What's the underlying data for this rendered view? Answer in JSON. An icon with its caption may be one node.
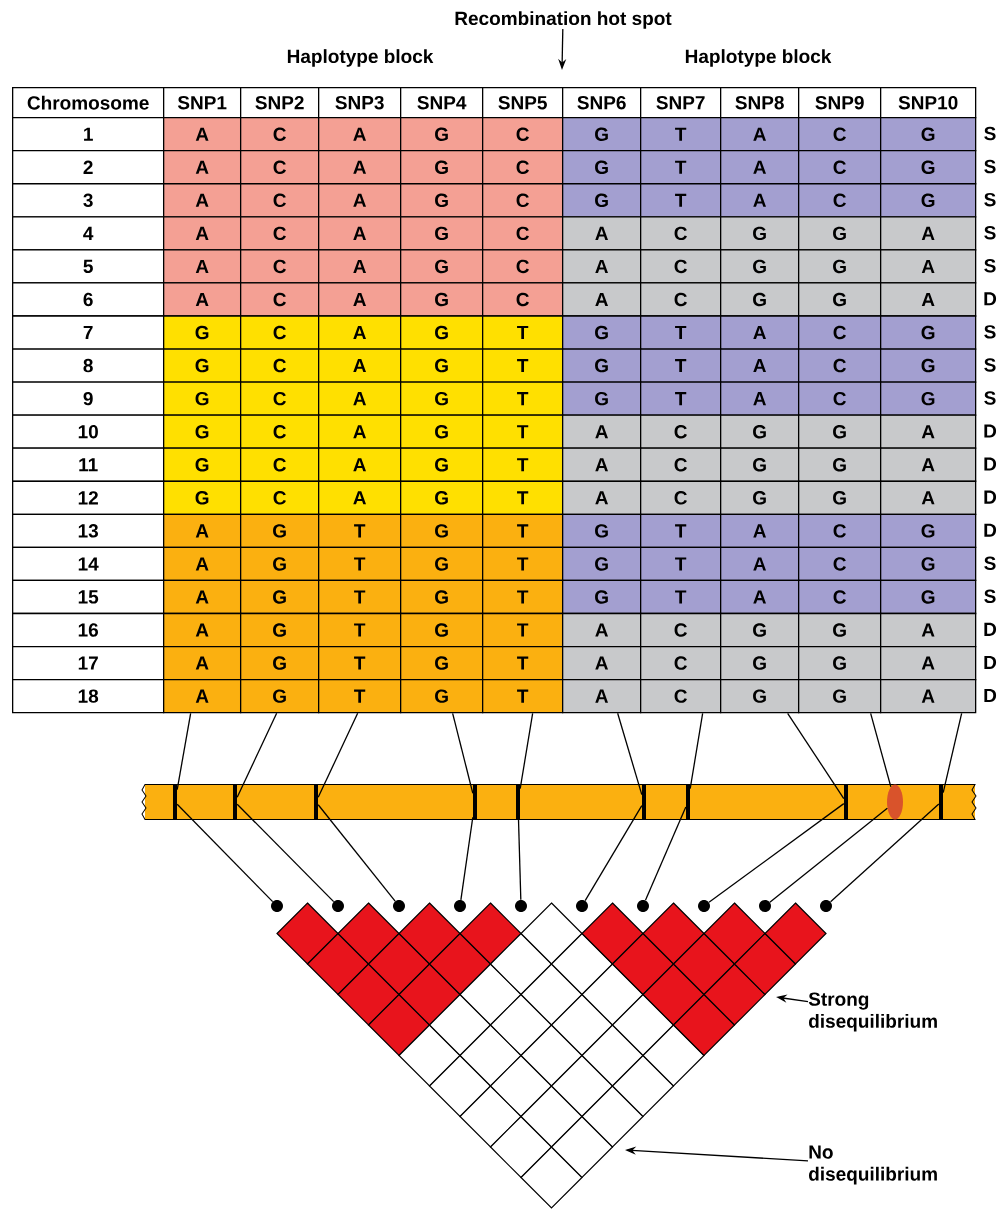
{
  "diagram": {
    "nodes": [
      {
        "text": [
          "Recombination hot spot"
        ]
      },
      {
        "text": [],
        "shape": "bar"
      },
      {
        "text": [],
        "shape": "bar",
        "in": 1
      },
      {
        "text": [],
        "shape": "bar",
        "in": 1
      },
      {
        "text": [],
        "shape": "bar",
        "in": 1
      },
      {
        "text": [],
        "shape": "bar",
        "in": 1
      },
      {
        "text": [],
        "shape": "bar",
        "in": 1
      },
      {
        "text": [],
        "shape": "bar",
        "in": 1
      },
      {
        "text": [],
        "shape": "bar",
        "in": 1
      },
      {
        "text": [],
        "shape": "bar",
        "in": 1
      },
      {
        "text": [],
        "shape": "oval",
        "in": 1
      },
      {
        "text": [],
        "shape": "bar",
        "in": 1
      },
      {
        "text": [],
        "shape": "circle"
      },
      {
        "text": [],
        "shape": "circle"
      },
      {
        "text": [],
        "shape": "circle"
      },
      {
        "text": [],
        "shape": "circle"
      },
      {
        "text": [],
        "shape": "circle"
      },
      {
        "text": [],
        "shape": "circle"
      },
      {
        "text": [],
        "shape": "circle"
      },
      {
        "text": [],
        "shape": "circle"
      },
      {
        "text": [],
        "shape": "circle"
      },
      {
        "text": [],
        "shape": "circle"
      },
      {
        "text": [
          "Strong disequilibrium"
        ]
      },
      {
        "text": [
          "No disequilibrium"
        ]
      },
      {
        "text": [
          "A"
        ]
      },
      {
        "text": [
          "G"
        ]
      },
      {
        "text": [
          "T"
        ]
      },
      {
        "text": [
          "G"
        ]
      },
      {
        "text": [
          "T"
        ]
      },
      {
        "text": [
          "A"
        ]
      },
      {
        "text": [
          "C"
        ]
      },
      {
        "text": [
          "G"
        ]
      },
      {
        "text": [
          "G"
        ]
      },
      {
        "text": [
          "A"
        ]
      }
    ],
    "edges": [
      {
        "from": 0,
        "to": null,
        "arrow": "to"
      },
      {
        "from": 24,
        "to": 2,
        "arrow": "none"
      },
      {
        "from": 25,
        "to": 3,
        "arrow": "none"
      },
      {
        "from": 26,
        "to": 4,
        "arrow": "none"
      },
      {
        "from": 27,
        "to": 5,
        "arrow": "none"
      },
      {
        "from": 28,
        "to": 6,
        "arrow": "none"
      },
      {
        "from": 29,
        "to": 7,
        "arrow": "none"
      },
      {
        "from": 30,
        "to": 8,
        "arrow": "none"
      },
      {
        "from": 31,
        "to": 9,
        "arrow": "none"
      },
      {
        "from": 32,
        "to": 10,
        "arrow": "none"
      },
      {
        "from": 33,
        "to": 11,
        "arrow": "none"
      },
      {
        "from": 2,
        "to": 12,
        "arrow": "none"
      },
      {
        "from": 3,
        "to": 13,
        "arrow": "none"
      },
      {
        "from": 4,
        "to": 14,
        "arrow": "none"
      },
      {
        "from": 5,
        "to": 15,
        "arrow": "none"
      },
      {
        "from": 6,
        "to": 16,
        "arrow": "none"
      },
      {
        "from": 7,
        "to": 17,
        "arrow": "none"
      },
      {
        "from": 8,
        "to": 18,
        "arrow": "none"
      },
      {
        "from": 9,
        "to": 19,
        "arrow": "none"
      },
      {
        "from": 10,
        "to": 20,
        "arrow": "none"
      },
      {
        "from": 11,
        "to": 21,
        "arrow": "none"
      },
      {
        "from": 22,
        "to": null,
        "arrow": "to"
      },
      {
        "from": 23,
        "to": null,
        "arrow": "to"
      }
    ],
    "labels": [
      "Haplotype block",
      "Haplotype block",
      "Chromosome",
      "SNP1",
      "SNP2",
      "SNP3",
      "SNP4",
      "SNP5",
      "SNP6",
      "SNP7",
      "SNP8",
      "SNP9",
      "SNP10",
      "1",
      "A",
      "C",
      "A",
      "G",
      "C",
      "G",
      "T",
      "A",
      "C",
      "G",
      "S",
      "2",
      "A",
      "C",
      "A",
      "G",
      "C",
      "G",
      "T",
      "A",
      "C",
      "G",
      "S",
      "3",
      "A",
      "C",
      "A",
      "G",
      "C",
      "G",
      "T",
      "A",
      "C",
      "G",
      "S",
      "4",
      "A",
      "C",
      "A",
      "G",
      "C",
      "A",
      "C",
      "G",
      "G",
      "A",
      "S",
      "5",
      "A",
      "C",
      "A",
      "G",
      "C",
      "A",
      "C",
      "G",
      "G",
      "A",
      "S",
      "6",
      "A",
      "C",
      "A",
      "G",
      "C",
      "A",
      "C",
      "G",
      "G",
      "A",
      "D",
      "7",
      "G",
      "C",
      "A",
      "G",
      "T",
      "G",
      "T",
      "A",
      "C",
      "G",
      "S",
      "8",
      "G",
      "C",
      "A",
      "G",
      "T",
      "G",
      "T",
      "A",
      "C",
      "G",
      "S",
      "9",
      "G",
      "C",
      "A",
      "G",
      "T",
      "G",
      "T",
      "A",
      "C",
      "G",
      "S",
      "10",
      "G",
      "C",
      "A",
      "G",
      "T",
      "A",
      "C",
      "G",
      "G",
      "A",
      "D",
      "11",
      "G",
      "C",
      "A",
      "G",
      "T",
      "A",
      "C",
      "G",
      "G",
      "A",
      "D",
      "12",
      "G",
      "C",
      "A",
      "G",
      "T",
      "A",
      "C",
      "G",
      "G",
      "A",
      "D",
      "13",
      "A",
      "G",
      "T",
      "G",
      "T",
      "G",
      "T",
      "A",
      "C",
      "G",
      "D",
      "14",
      "A",
      "G",
      "T",
      "G",
      "T",
      "G",
      "T",
      "A",
      "C",
      "G",
      "S",
      "15",
      "A",
      "G",
      "T",
      "G",
      "T",
      "G",
      "T",
      "A",
      "C",
      "G",
      "S",
      "16",
      "A",
      "G",
      "T",
      "G",
      "T",
      "A",
      "C",
      "G",
      "G",
      "A",
      "D",
      "17",
      "A",
      "G",
      "T",
      "G",
      "T",
      "A",
      "C",
      "G",
      "G",
      "A",
      "D",
      "18",
      "D"
    ]
  }
}
